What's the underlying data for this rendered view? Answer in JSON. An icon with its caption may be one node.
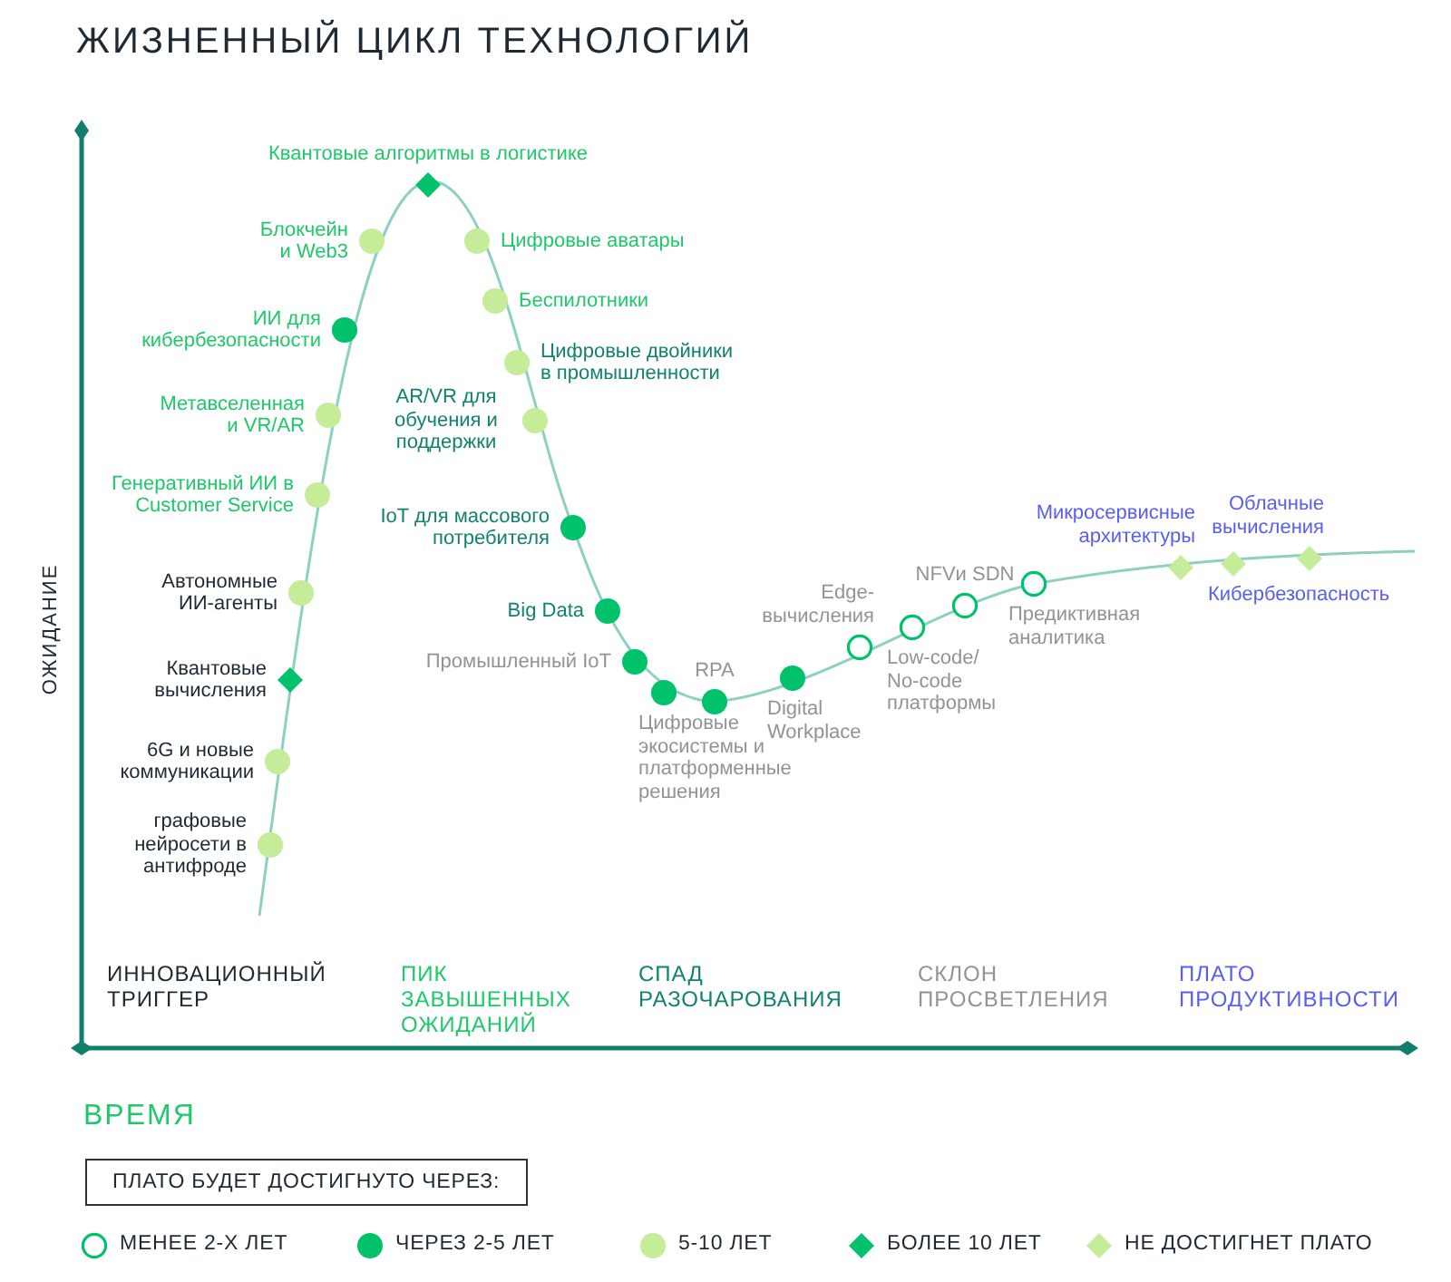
{
  "diagram": {
    "title": "ЖИЗНЕННЫЙ ЦИКЛ ТЕХНОЛОГИЙ",
    "nodes": [
      {
        "text": [
          "Квантовые алгоритмы в логистике"
        ]
      },
      {
        "text": [
          "Блокчейн и Web3"
        ]
      },
      {
        "text": [
          "ИИ для кибербезопасности"
        ]
      },
      {
        "text": [
          "Метавселенная и VR/AR"
        ]
      },
      {
        "text": [
          "Генеративный ИИ в Customer Service"
        ]
      },
      {
        "text": [
          "Автономные ИИ-агенты"
        ]
      },
      {
        "text": [
          "Квантовые вычисления"
        ]
      },
      {
        "text": [
          "6G и новые коммуникации"
        ]
      },
      {
        "text": [
          "графовые нейросети в антифроде"
        ]
      },
      {
        "text": [
          "Цифровые аватары"
        ]
      },
      {
        "text": [
          "Беспилотники"
        ]
      },
      {
        "text": [
          "Цифровые двойники в промышленности"
        ]
      },
      {
        "text": [
          "AR/VR для обучения и поддержки"
        ]
      },
      {
        "text": [
          "IoT для массового потребителя"
        ]
      },
      {
        "text": [
          "Big Data"
        ]
      },
      {
        "text": [
          "Промышленный IoT"
        ]
      },
      {
        "text": [
          "Цифровые экосистемы и платформенные решения"
        ]
      },
      {
        "text": [
          "RPA"
        ]
      },
      {
        "text": [
          "Digital Workplace"
        ]
      },
      {
        "text": [
          "Edge-вычисления"
        ]
      },
      {
        "text": [
          "Low-code/ No-code платформы"
        ]
      },
      {
        "text": [
          "NFVи SDN"
        ]
      },
      {
        "text": [
          "Предиктивная аналитика"
        ]
      },
      {
        "text": [
          "Микросервисные архитектуры"
        ]
      },
      {
        "text": [
          "Кибербезопасность"
        ]
      },
      {
        "text": [
          "Облачные вычисления"
        ]
      },
      {
        "text": [
          "ПЛАТО БУДЕТ ДОСТИГНУТО ЧЕРЕЗ:"
        ]
      }
    ],
    "labels": [
      "ОЖИДАНИЕ",
      "ИННОВАЦИОННЫЙ ТРИГГЕР",
      "ПИК ЗАВЫШЕННЫХ ОЖИДАНИЙ",
      "СПАД РАЗОЧАРОВАНИЯ",
      "СКЛОН ПРОСВЕТЛЕНИЯ",
      "ПЛАТО ПРОДУКТИВНОСТИ",
      "ВРЕМЯ"
    ],
    "legend": [
      {
        "text": "МЕНЕЕ 2-Х ЛЕТ"
      },
      {
        "text": "ЧЕРЕЗ 2-5 ЛЕТ"
      },
      {
        "text": "5-10 ЛЕТ"
      },
      {
        "text": "БОЛЕЕ 10 ЛЕТ"
      },
      {
        "text": "НЕ ДОСТИГНЕТ ПЛАТО"
      }
    ]
  }
}
